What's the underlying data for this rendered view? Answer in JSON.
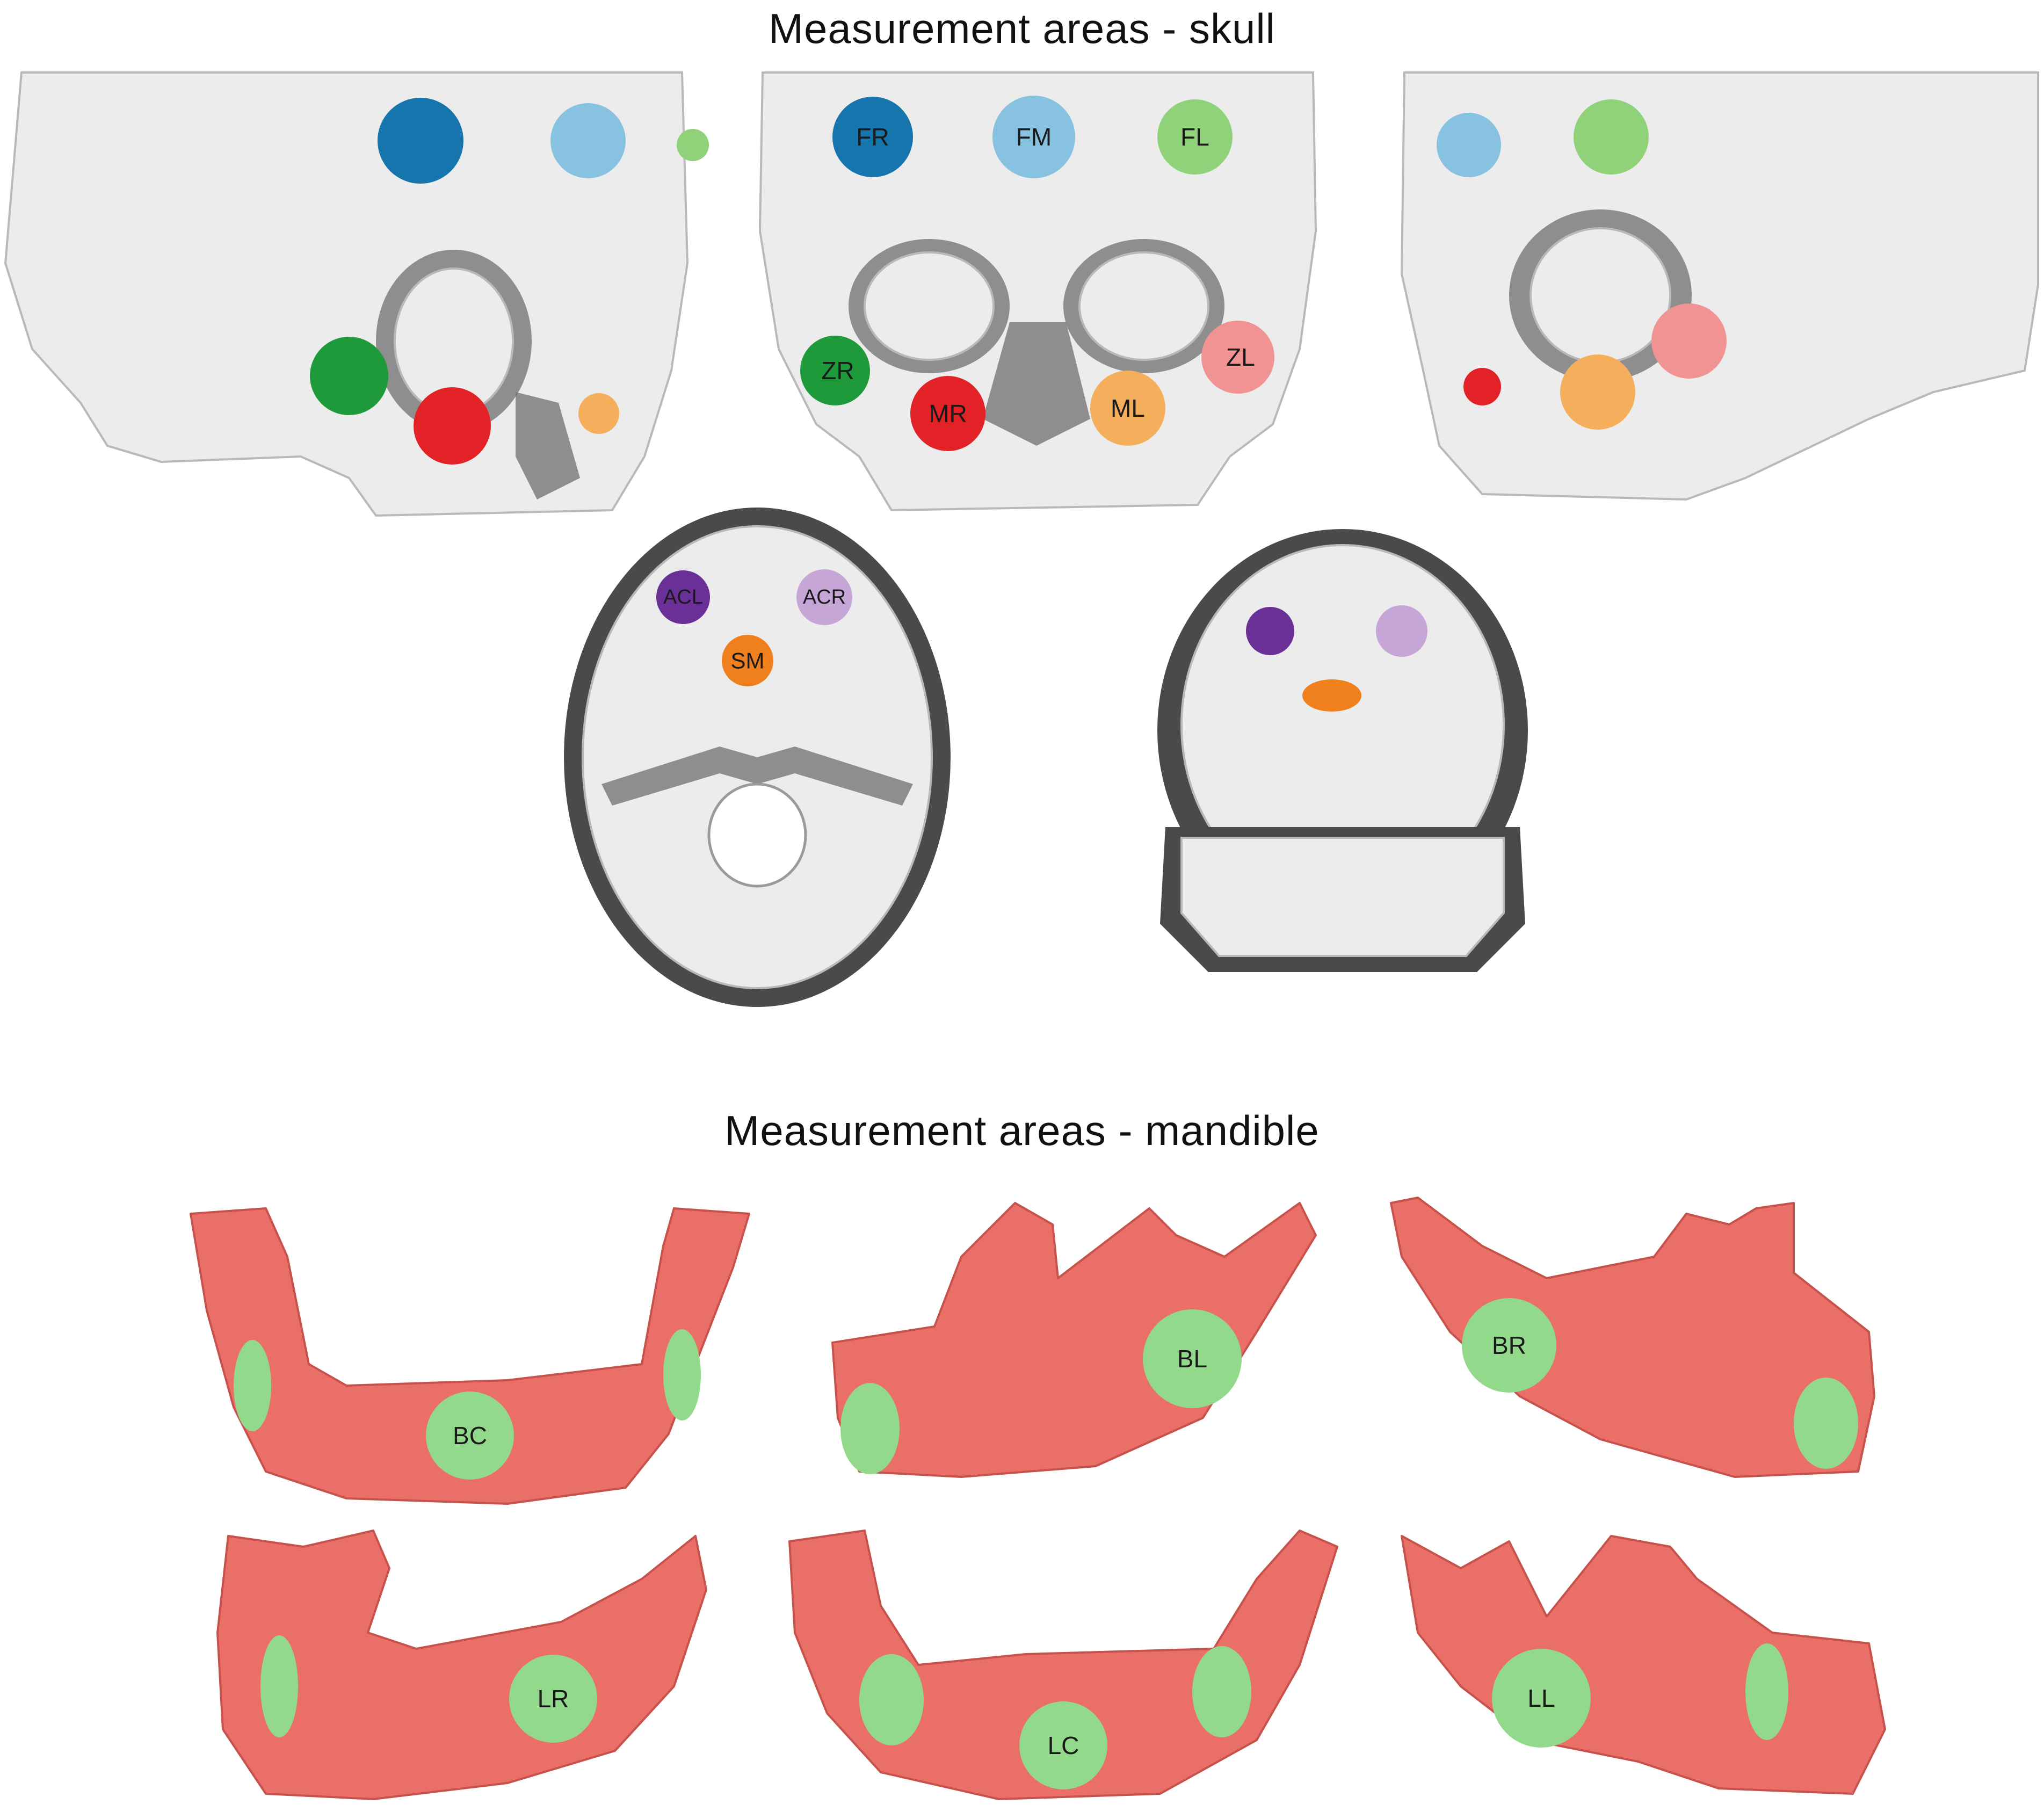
{
  "titles": {
    "skull": "Measurement areas - skull",
    "mandible": "Measurement areas - mandible"
  },
  "colors": {
    "bone": "#ececec",
    "bone_stroke": "#b9b9b9",
    "shadow": "#6f6f6f",
    "mandible": "#ea6f68",
    "mandible_stroke": "#c7524c",
    "FR": "#1675ad",
    "FM": "#87c3e0",
    "FL": "#8fd27a",
    "ZR": "#1f9a3a",
    "MR": "#e32227",
    "ML": "#f4ae5c",
    "ZL": "#f29393",
    "ACL": "#6a3097",
    "ACR": "#c6a6d6",
    "SM": "#f07f1d",
    "mandible_area": "#93d98b"
  },
  "labels": {
    "FR": "FR",
    "FM": "FM",
    "FL": "FL",
    "ZR": "ZR",
    "MR": "MR",
    "ML": "ML",
    "ZL": "ZL",
    "ACL": "ACL",
    "ACR": "ACR",
    "SM": "SM",
    "BC": "BC",
    "BL": "BL",
    "BR": "BR",
    "LR": "LR",
    "LC": "LC",
    "LL": "LL"
  }
}
